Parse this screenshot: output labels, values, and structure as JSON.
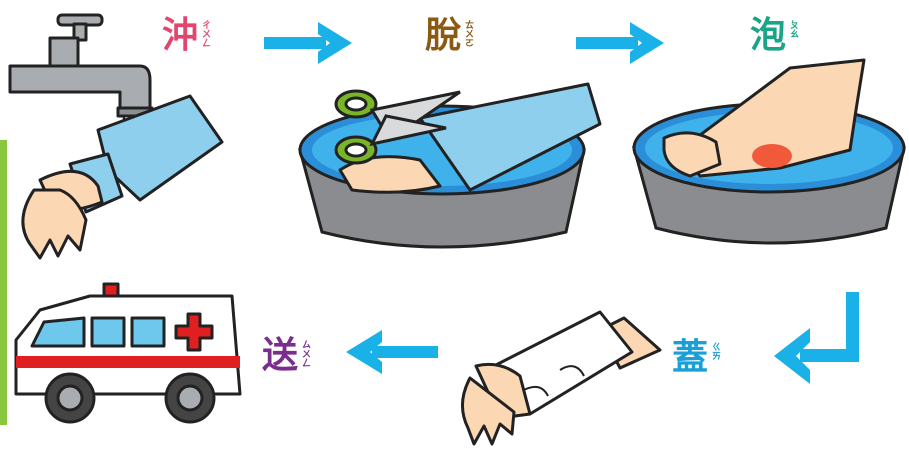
{
  "steps": [
    {
      "char": "沖",
      "zhuyin": "ㄔㄨㄥ",
      "color": "#e2466f"
    },
    {
      "char": "脫",
      "zhuyin": "ㄊㄨㄛ",
      "color": "#8a5a12"
    },
    {
      "char": "泡",
      "zhuyin": "ㄆㄠ",
      "color": "#1aa588"
    },
    {
      "char": "蓋",
      "zhuyin": "ㄍㄞ",
      "color": "#1a9fd6"
    },
    {
      "char": "送",
      "zhuyin": "ㄙㄨㄥ",
      "color": "#7b2d8e"
    }
  ],
  "colors": {
    "arrow": "#1ab0e8",
    "water": "#2a8fd8",
    "sleeve": "#8fcfee",
    "skin": "#fbd7b4",
    "accent_green": "#8bc63f"
  }
}
